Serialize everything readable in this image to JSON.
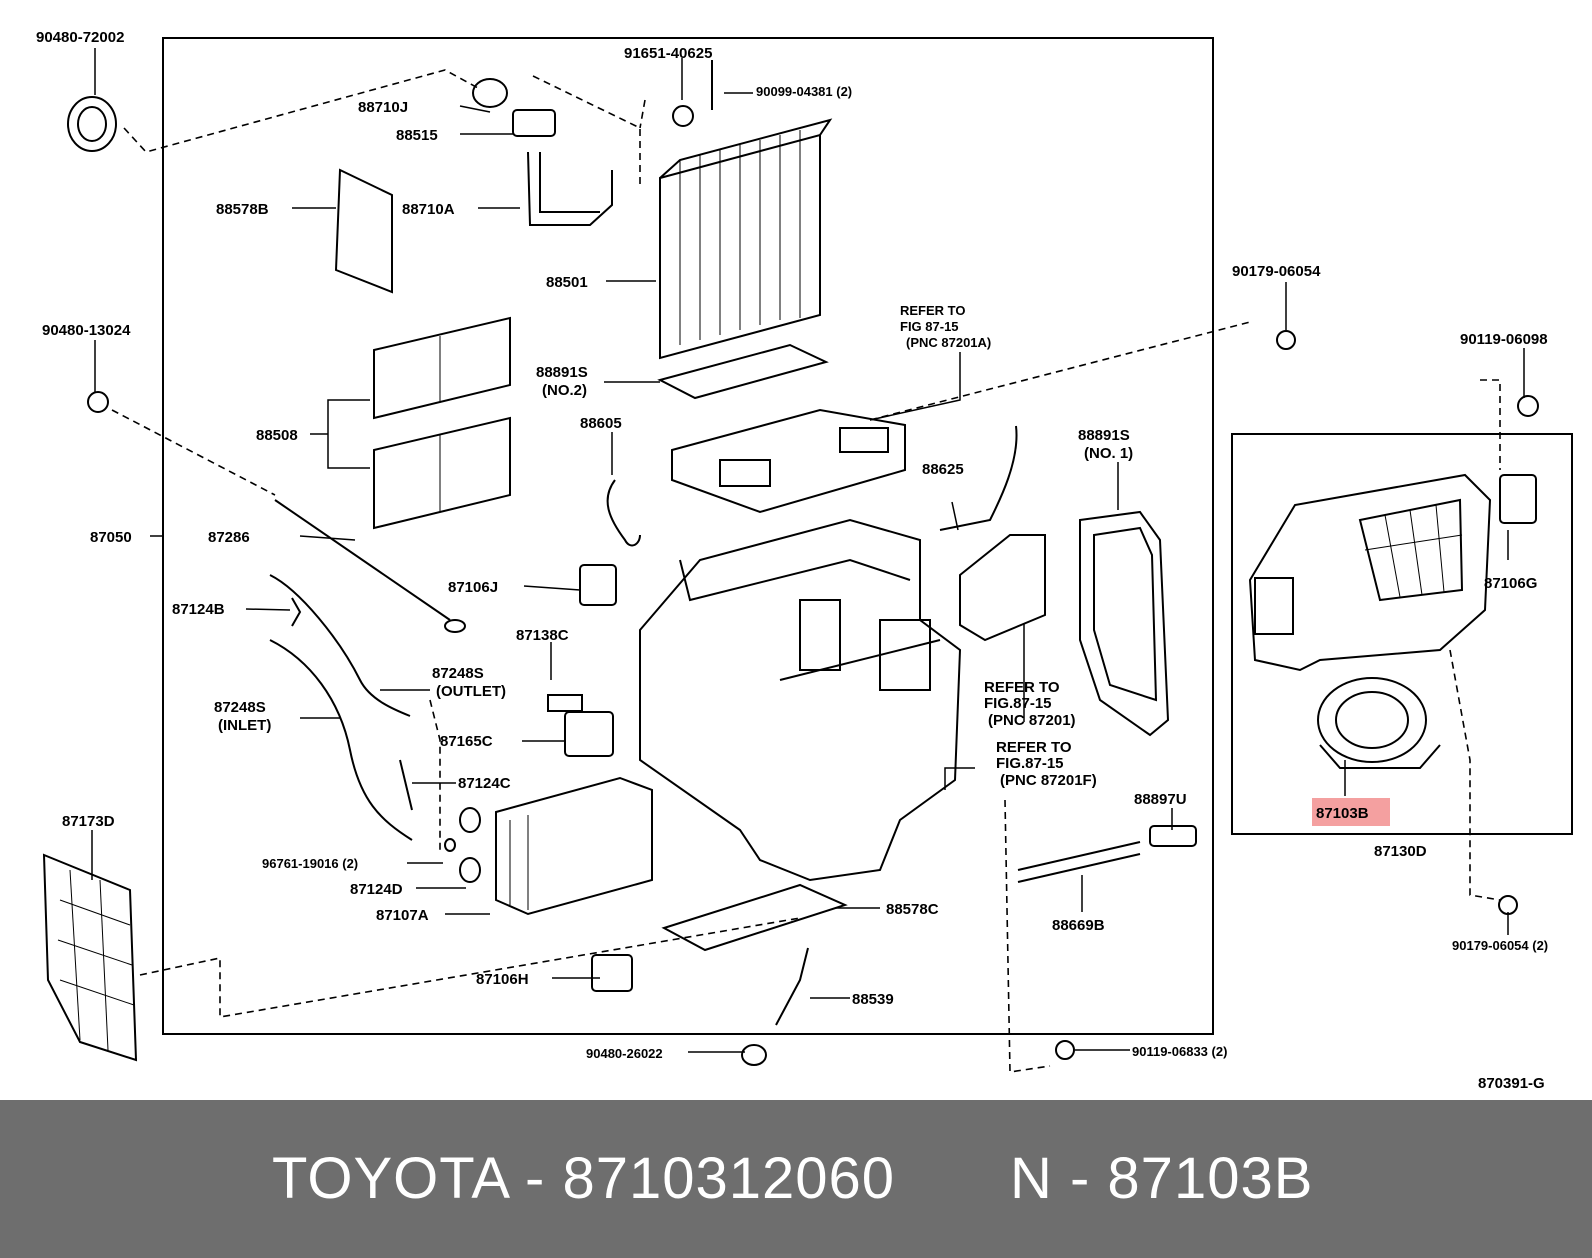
{
  "labels": {
    "p_9048072002": "90480-72002",
    "p_9165140625": "91651-40625",
    "p_9009904381": "90099-04381 (2)",
    "p_88710J": "88710J",
    "p_88515": "88515",
    "p_88578B": "88578B",
    "p_88710A": "88710A",
    "p_88501": "88501",
    "p_9048013024": "90480-13024",
    "p_88891S_no2_a": "88891S",
    "p_88891S_no2_b": "(NO.2)",
    "p_88508": "88508",
    "p_88605": "88605",
    "p_refer1_a": "REFER TO",
    "p_refer1_b": "FIG 87-15",
    "p_refer1_c": "(PNC 87201A)",
    "p_9017906054": "90179-06054",
    "p_9011906098": "90119-06098",
    "p_87050": "87050",
    "p_87286": "87286",
    "p_88625": "88625",
    "p_88891S_no1_a": "88891S",
    "p_88891S_no1_b": "(NO. 1)",
    "p_87106J": "87106J",
    "p_87124B": "87124B",
    "p_87138C": "87138C",
    "p_87248S_out_a": "87248S",
    "p_87248S_out_b": "(OUTLET)",
    "p_87248S_in_a": "87248S",
    "p_87248S_in_b": "(INLET)",
    "p_refer2_a": "REFER TO",
    "p_refer2_b": "FIG.87-15",
    "p_refer2_c": "(PNC 87201)",
    "p_87165C": "87165C",
    "p_refer3_a": "REFER TO",
    "p_refer3_b": "FIG.87-15",
    "p_refer3_c": "(PNC 87201F)",
    "p_87106G": "87106G",
    "p_87124C": "87124C",
    "p_88897U": "88897U",
    "p_87173D": "87173D",
    "p_87103B": "87103B",
    "p_87130D": "87130D",
    "p_9676119016": "96761-19016 (2)",
    "p_87124D": "87124D",
    "p_87107A": "87107A",
    "p_88578C": "88578C",
    "p_88669B": "88669B",
    "p_90179_06054_2": "90179-06054 (2)",
    "p_87106H": "87106H",
    "p_88539": "88539",
    "p_9048026022": "90480-26022",
    "p_9011906833": "90119-06833 (2)",
    "p_870391G": "870391-G"
  },
  "highlight_color": "#f4a0a0",
  "footer": {
    "left_text": "TOYOTA - 8710312060",
    "right_text": "N - 87103B",
    "background": "#6e6e6e"
  }
}
